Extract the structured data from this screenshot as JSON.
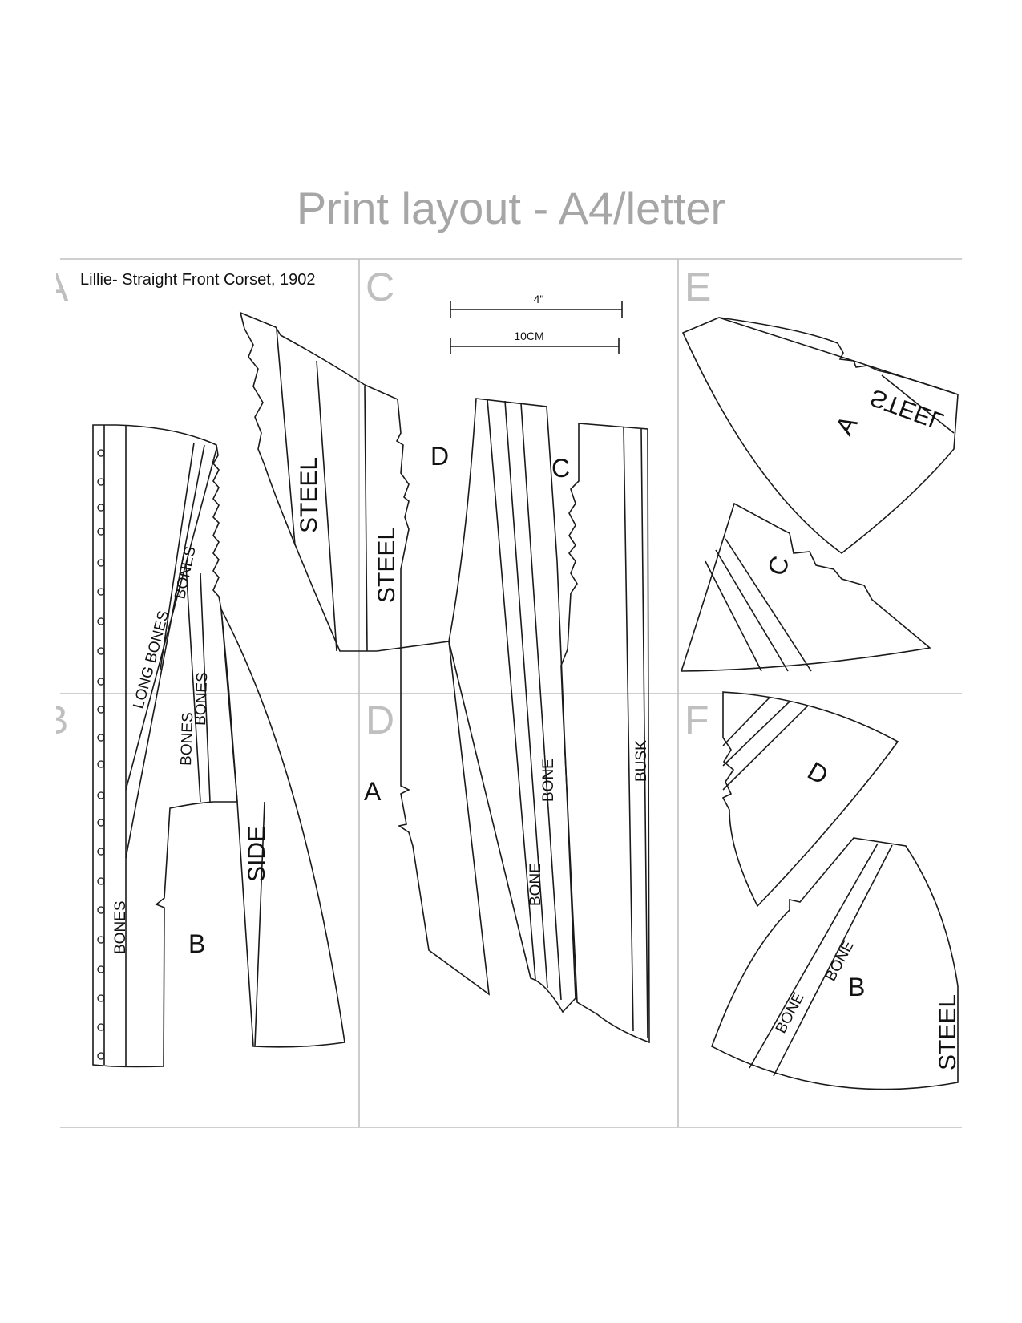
{
  "title": "Print layout - A4/letter",
  "pattern_title": "Lillie- Straight Front Corset, 1902",
  "scale": {
    "inch_label": "4\"",
    "cm_label": "10CM"
  },
  "sections": [
    "A",
    "B",
    "C",
    "D",
    "E",
    "F"
  ],
  "pieces": {
    "a": "A",
    "b": "B",
    "c": "C",
    "d": "D",
    "e_a": "A",
    "e_c": "C",
    "f_d": "D",
    "f_b": "B"
  },
  "labels": {
    "steel": "STEEL",
    "bones": "BONES",
    "long_bones": "LONG BONES",
    "side": "SIDE",
    "bone": "BONE",
    "busk": "BUSK"
  }
}
